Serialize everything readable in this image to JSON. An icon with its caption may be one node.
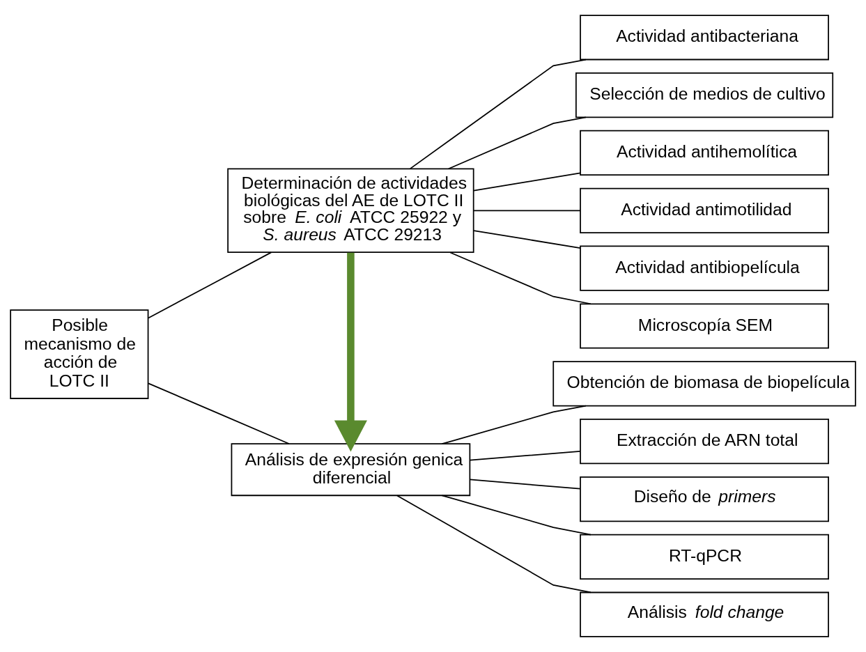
{
  "diagram": {
    "nodes": [
      {
        "text": [
          "Posible mecanismo de acción de LOTC II"
        ]
      },
      {
        "text": [
          "Determinación de actividades biológicas del AE de LOTC II sobre *E. coli* ATCC 25922 y *S. aureus* ATCC 29213"
        ]
      },
      {
        "text": [
          "Actividad antibacteriana"
        ]
      },
      {
        "text": [
          "Selección de medios de cultivo"
        ]
      },
      {
        "text": [
          "Actividad antihemolítica"
        ]
      },
      {
        "text": [
          "Actividad antimotilidad"
        ]
      },
      {
        "text": [
          "Actividad antibiopelícula"
        ]
      },
      {
        "text": [
          "Microscopía SEM"
        ]
      },
      {
        "text": [
          "Análisis de expresión genica diferencial"
        ]
      },
      {
        "text": [
          "Obtención de biomasa de biopelícula"
        ]
      },
      {
        "text": [
          "Extracción de ARN total"
        ]
      },
      {
        "text": [
          "Diseño de *primers*"
        ]
      },
      {
        "text": [
          "RT-qPCR"
        ]
      },
      {
        "text": [
          "Análisis *fold change*"
        ]
      }
    ],
    "edges": [
      {
        "from": 0,
        "to": 1,
        "arrow": "none"
      },
      {
        "from": 0,
        "to": 8,
        "arrow": "none"
      },
      {
        "from": 1,
        "to": 2,
        "arrow": "none"
      },
      {
        "from": 1,
        "to": 3,
        "arrow": "none"
      },
      {
        "from": 1,
        "to": 4,
        "arrow": "none"
      },
      {
        "from": 1,
        "to": 5,
        "arrow": "none"
      },
      {
        "from": 1,
        "to": 6,
        "arrow": "none"
      },
      {
        "from": 1,
        "to": 7,
        "arrow": "none"
      },
      {
        "from": 8,
        "to": 9,
        "arrow": "none"
      },
      {
        "from": 8,
        "to": 10,
        "arrow": "none"
      },
      {
        "from": 8,
        "to": 11,
        "arrow": "none"
      },
      {
        "from": 8,
        "to": 12,
        "arrow": "none"
      },
      {
        "from": 8,
        "to": 13,
        "arrow": "none"
      },
      {
        "from": 1,
        "to": 8,
        "arrow": "to",
        "style": "thick",
        "color": "#5a8a2e"
      }
    ]
  }
}
